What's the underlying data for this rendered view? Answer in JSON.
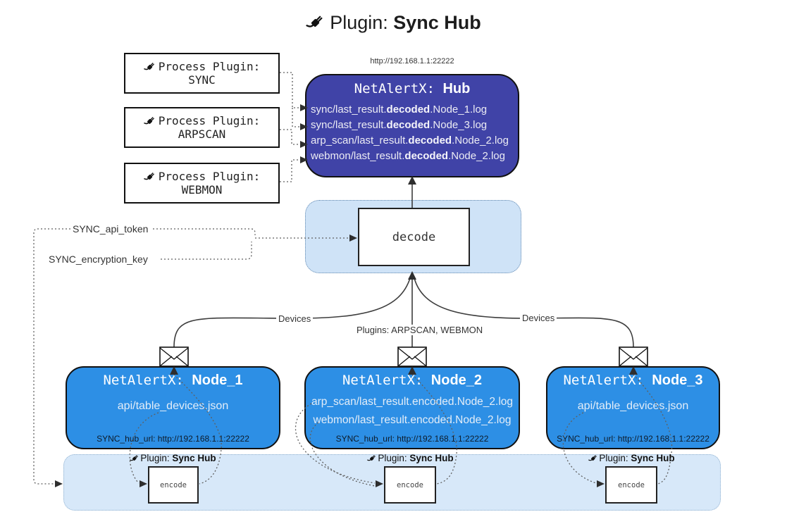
{
  "title": {
    "prefix": "Plugin: ",
    "bold": "Sync Hub"
  },
  "process_plugins": [
    {
      "label": "Process Plugin:",
      "name": "SYNC"
    },
    {
      "label": "Process Plugin:",
      "name": "ARPSCAN"
    },
    {
      "label": "Process Plugin:",
      "name": "WEBMON"
    }
  ],
  "hub": {
    "url": "http://192.168.1.1:22222",
    "title_mono": "NetAlertX: ",
    "title_bold": "Hub",
    "lines": [
      {
        "pre": "sync/last_result.",
        "bold": "decoded",
        "post": ".Node_1.log"
      },
      {
        "pre": "sync/last_result.",
        "bold": "decoded",
        "post": ".Node_3.log"
      },
      {
        "pre": "arp_scan/last_result.",
        "bold": "decoded",
        "post": ".Node_2.log"
      },
      {
        "pre": "webmon/last_result.",
        "bold": "decoded",
        "post": ".Node_2.log"
      }
    ]
  },
  "decode": {
    "label": "decode"
  },
  "tokens": {
    "api": "SYNC_api_token",
    "key": "SYNC_encryption_key"
  },
  "edges": {
    "left": "Devices",
    "center": "Plugins: ARPSCAN, WEBMON",
    "right": "Devices"
  },
  "nodes": [
    {
      "title_mono": "NetAlertX: ",
      "title_bold": "Node_1",
      "files": [
        "api/table_devices.json"
      ],
      "footer": "SYNC_hub_url: http://192.168.1.1:22222"
    },
    {
      "title_mono": "NetAlertX: ",
      "title_bold": "Node_2",
      "files": [
        "arp_scan/last_result.encoded.Node_2.log",
        "webmon/last_result.encoded.Node_2.log"
      ],
      "footer": "SYNC_hub_url: http://192.168.1.1:22222"
    },
    {
      "title_mono": "NetAlertX: ",
      "title_bold": "Node_3",
      "files": [
        "api/table_devices.json"
      ],
      "footer": "SYNC_hub_url: http://192.168.1.1:22222"
    }
  ],
  "encoders": [
    {
      "label_prefix": "Plugin: ",
      "label_bold": "Sync Hub",
      "box": "encode"
    },
    {
      "label_prefix": "Plugin: ",
      "label_bold": "Sync Hub",
      "box": "encode"
    },
    {
      "label_prefix": "Plugin: ",
      "label_bold": "Sync Hub",
      "box": "encode"
    }
  ],
  "colors": {
    "hub_bg": "#4043a7",
    "node_bg": "#2d8fe5",
    "band_bg": "#d7e8f9",
    "panel_bg": "#cfe3f7"
  }
}
